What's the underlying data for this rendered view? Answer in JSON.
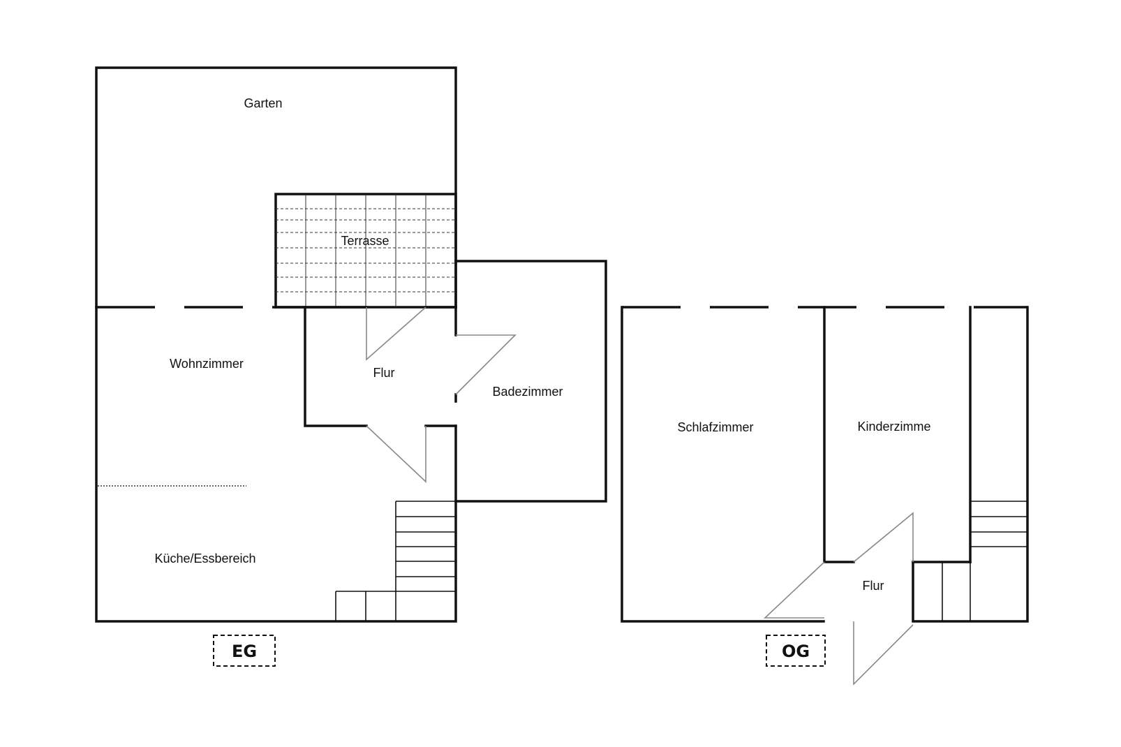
{
  "ground_floor": {
    "label": "EG",
    "rooms": {
      "garten": "Garten",
      "terrasse": "Terrasse",
      "wohnzimmer": "Wohnzimmer",
      "flur": "Flur",
      "badezimmer": "Badezimmer",
      "kueche": "Küche/Essbereich"
    }
  },
  "upper_floor": {
    "label": "OG",
    "rooms": {
      "schlafzimmer": "Schlafzimmer",
      "kinderzimmer": "Kinderzimme",
      "flur": "Flur"
    }
  }
}
